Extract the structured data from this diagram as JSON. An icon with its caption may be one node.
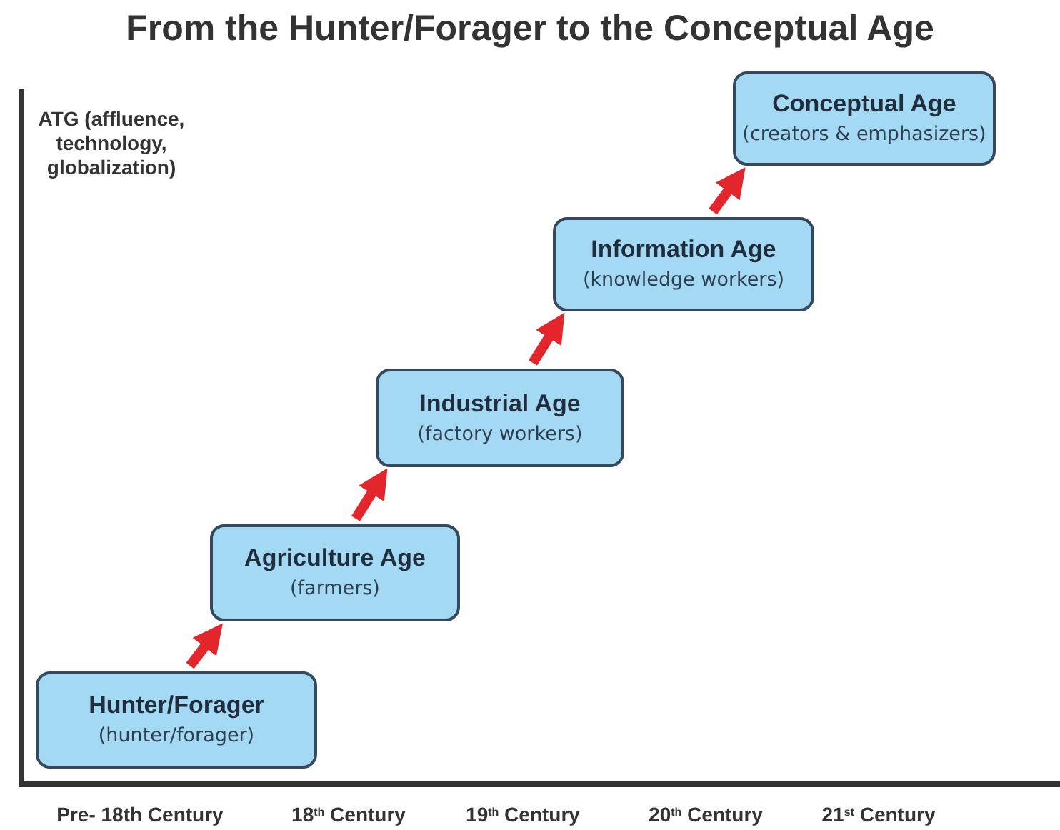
{
  "diagram": {
    "title": "From the Hunter/Forager to the Conceptual Age",
    "nodes": [
      {
        "text": [
          "Hunter/Forager",
          "(hunter/forager)"
        ]
      },
      {
        "text": [
          "Agriculture Age",
          "(farmers)"
        ]
      },
      {
        "text": [
          "Industrial Age",
          "(factory workers)"
        ]
      },
      {
        "text": [
          "Information Age",
          "(knowledge workers)"
        ]
      },
      {
        "text": [
          "Conceptual Age",
          "(creators & emphasizers)"
        ]
      }
    ],
    "edges": [
      {
        "from": 0,
        "to": 1,
        "arrow": "to"
      },
      {
        "from": 1,
        "to": 2,
        "arrow": "to"
      },
      {
        "from": 2,
        "to": 3,
        "arrow": "to"
      },
      {
        "from": 3,
        "to": 4,
        "arrow": "to"
      }
    ],
    "labels": [
      "ATG (affluence, technology, globalization)",
      "Pre- 18th Century",
      "18$^{th}$ Century",
      "19$^{th}$ Century",
      "20$^{th}$ Century",
      "21$^{st}$ Century"
    ]
  }
}
